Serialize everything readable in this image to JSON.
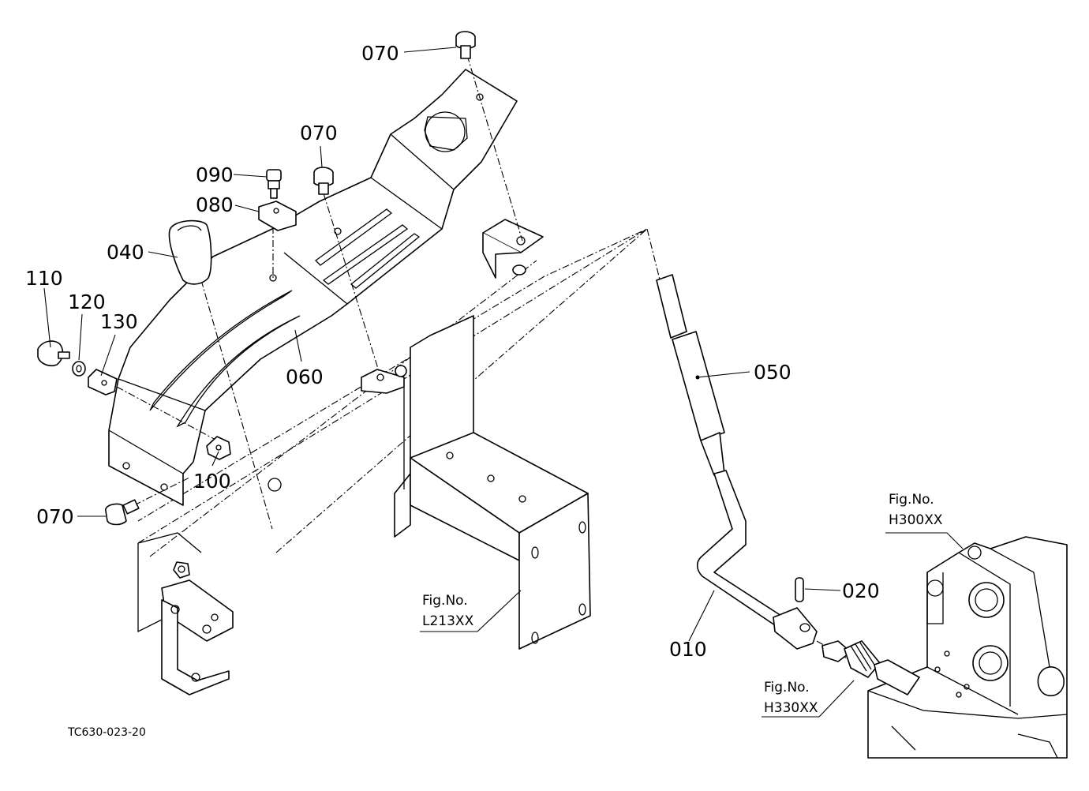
{
  "drawing_code": "TC630-023-20",
  "labels": {
    "p070_top": "070",
    "p070_mid": "070",
    "p070_low": "070",
    "p090": "090",
    "p080": "080",
    "p040": "040",
    "p110": "110",
    "p120": "120",
    "p130": "130",
    "p060": "060",
    "p100": "100",
    "p050": "050",
    "p020": "020",
    "p010": "010"
  },
  "fig_refs": {
    "h300": {
      "line1": "Fig.No.",
      "line2": "H300XX"
    },
    "l213": {
      "line1": "Fig.No.",
      "line2": "L213XX"
    },
    "h330": {
      "line1": "Fig.No.",
      "line2": "H330XX"
    }
  }
}
